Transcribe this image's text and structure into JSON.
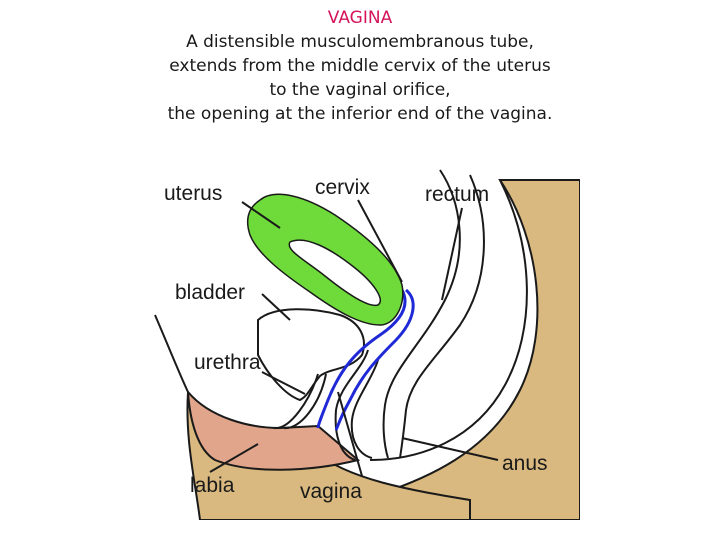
{
  "header": {
    "title": "VAGINA",
    "lines": [
      "A distensible musculomembranous tube,",
      "extends from the middle cervix of the uterus",
      "to the vaginal orifice,",
      "the opening at the inferior end of the vagina."
    ]
  },
  "diagram": {
    "labels": {
      "uterus": "uterus",
      "cervix": "cervix",
      "rectum": "rectum",
      "bladder": "bladder",
      "urethra": "urethra",
      "labia": "labia",
      "vagina": "vagina",
      "anus": "anus"
    },
    "colors": {
      "uterus": "#6edb3a",
      "tissue": "#d9b97f",
      "labia": "#e0a58a",
      "vagina_wall": "#1f2ad6",
      "outline": "#1a1a1a"
    }
  }
}
